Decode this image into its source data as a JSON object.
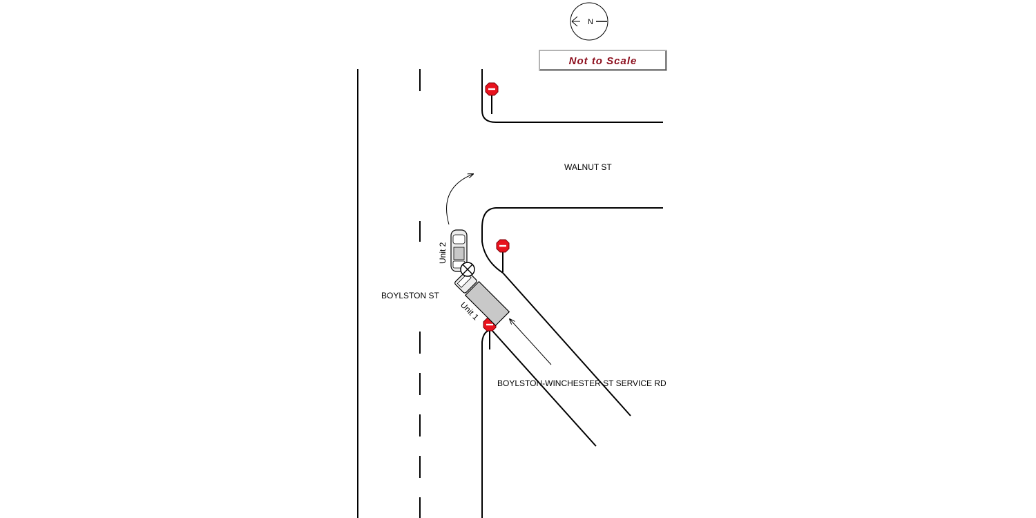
{
  "compass": {
    "letter": "N"
  },
  "scale_badge": {
    "text": "Not to Scale"
  },
  "streets": {
    "walnut": "WALNUT ST",
    "boylston": "BOYLSTON ST",
    "service_rd": "BOYLSTON-WINCHESTER ST SERVICE RD"
  },
  "units": {
    "unit1": "Unit 1",
    "unit2": "Unit 2"
  },
  "colors": {
    "stop_sign": "#e8121d",
    "scale_text": "#8b0c1b",
    "vehicle_fill": "#c8c8c8"
  }
}
